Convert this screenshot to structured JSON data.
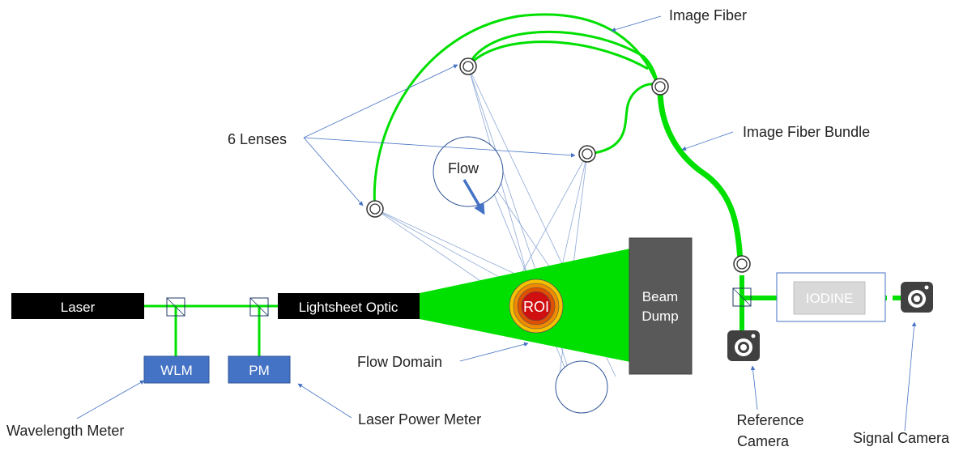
{
  "labels": {
    "image_fiber": "Image Fiber",
    "six_lenses": "6 Lenses",
    "image_fiber_bundle": "Image Fiber Bundle",
    "flow": "Flow",
    "laser": "Laser",
    "lightsheet_optic": "Lightsheet Optic",
    "roi": "ROI",
    "beam_dump_line1": "Beam",
    "beam_dump_line2": "Dump",
    "iodine": "IODINE",
    "wlm": "WLM",
    "pm": "PM",
    "flow_domain": "Flow Domain",
    "wavelength_meter": "Wavelength Meter",
    "laser_power_meter": "Laser Power Meter",
    "reference_camera_line1": "Reference",
    "reference_camera_line2": "Camera",
    "signal_camera": "Signal Camera"
  },
  "colors": {
    "laser_green": "#00e000",
    "box_blue": "#4472c4",
    "dark_box": "#000000",
    "beam_dump": "#595959",
    "pointer_blue": "#4472c4"
  },
  "icons": {
    "lens": "lens-ring-icon",
    "camera": "camera-icon",
    "flow_arrow": "arrow-icon"
  }
}
